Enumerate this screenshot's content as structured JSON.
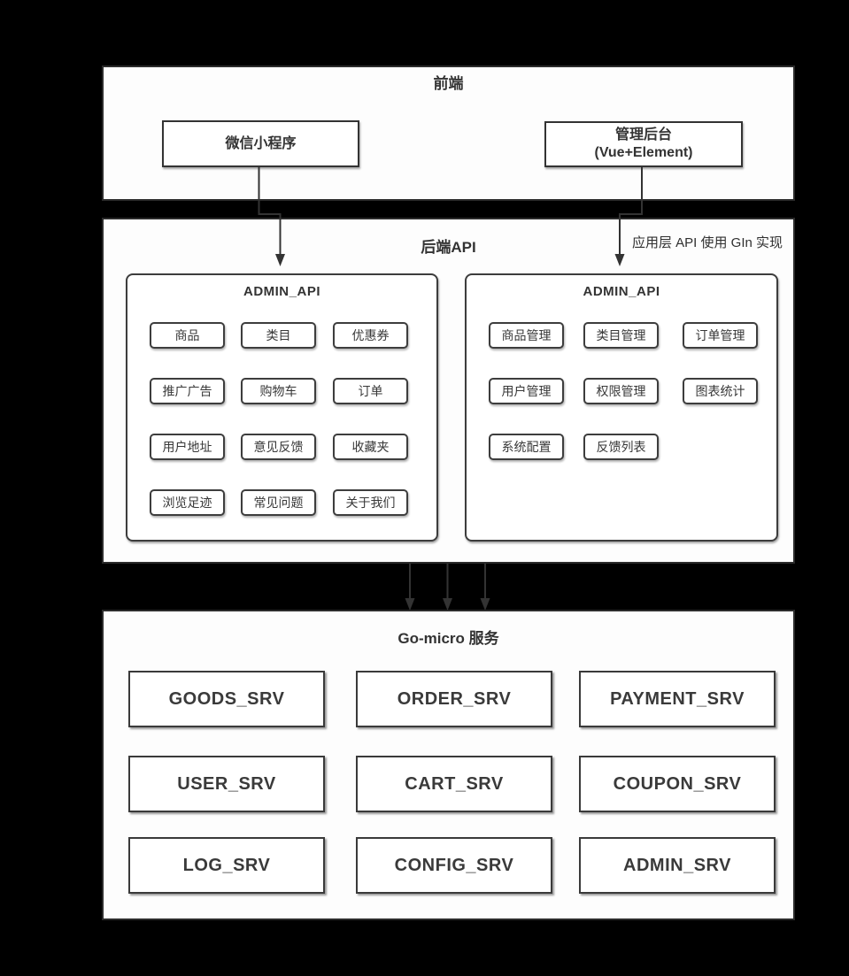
{
  "frontend": {
    "title": "前端",
    "wechat_node": {
      "label": "微信小程序"
    },
    "admin_node": {
      "label_line1": "管理后台",
      "label_line2": "(Vue+Element)"
    }
  },
  "backend_api": {
    "title": "后端API",
    "note": "应用层 API 使用 GIn 实现",
    "left_api": {
      "title": "ADMIN_API",
      "items": [
        "商品",
        "类目",
        "优惠券",
        "推广广告",
        "购物车",
        "订单",
        "用户地址",
        "意见反馈",
        "收藏夹",
        "浏览足迹",
        "常见问题",
        "关于我们"
      ]
    },
    "right_api": {
      "title": "ADMIN_API",
      "items": [
        "商品管理",
        "类目管理",
        "订单管理",
        "用户管理",
        "权限管理",
        "图表统计",
        "系统配置",
        "反馈列表"
      ]
    }
  },
  "services": {
    "title": "Go-micro 服务",
    "items": [
      "GOODS_SRV",
      "ORDER_SRV",
      "PAYMENT_SRV",
      "USER_SRV",
      "CART_SRV",
      "COUPON_SRV",
      "LOG_SRV",
      "CONFIG_SRV",
      "ADMIN_SRV"
    ]
  },
  "colors": {
    "background": "#000000",
    "panel": "#ffffff",
    "border": "#2b2b2b",
    "text": "#363636",
    "arrow": "#333333"
  }
}
